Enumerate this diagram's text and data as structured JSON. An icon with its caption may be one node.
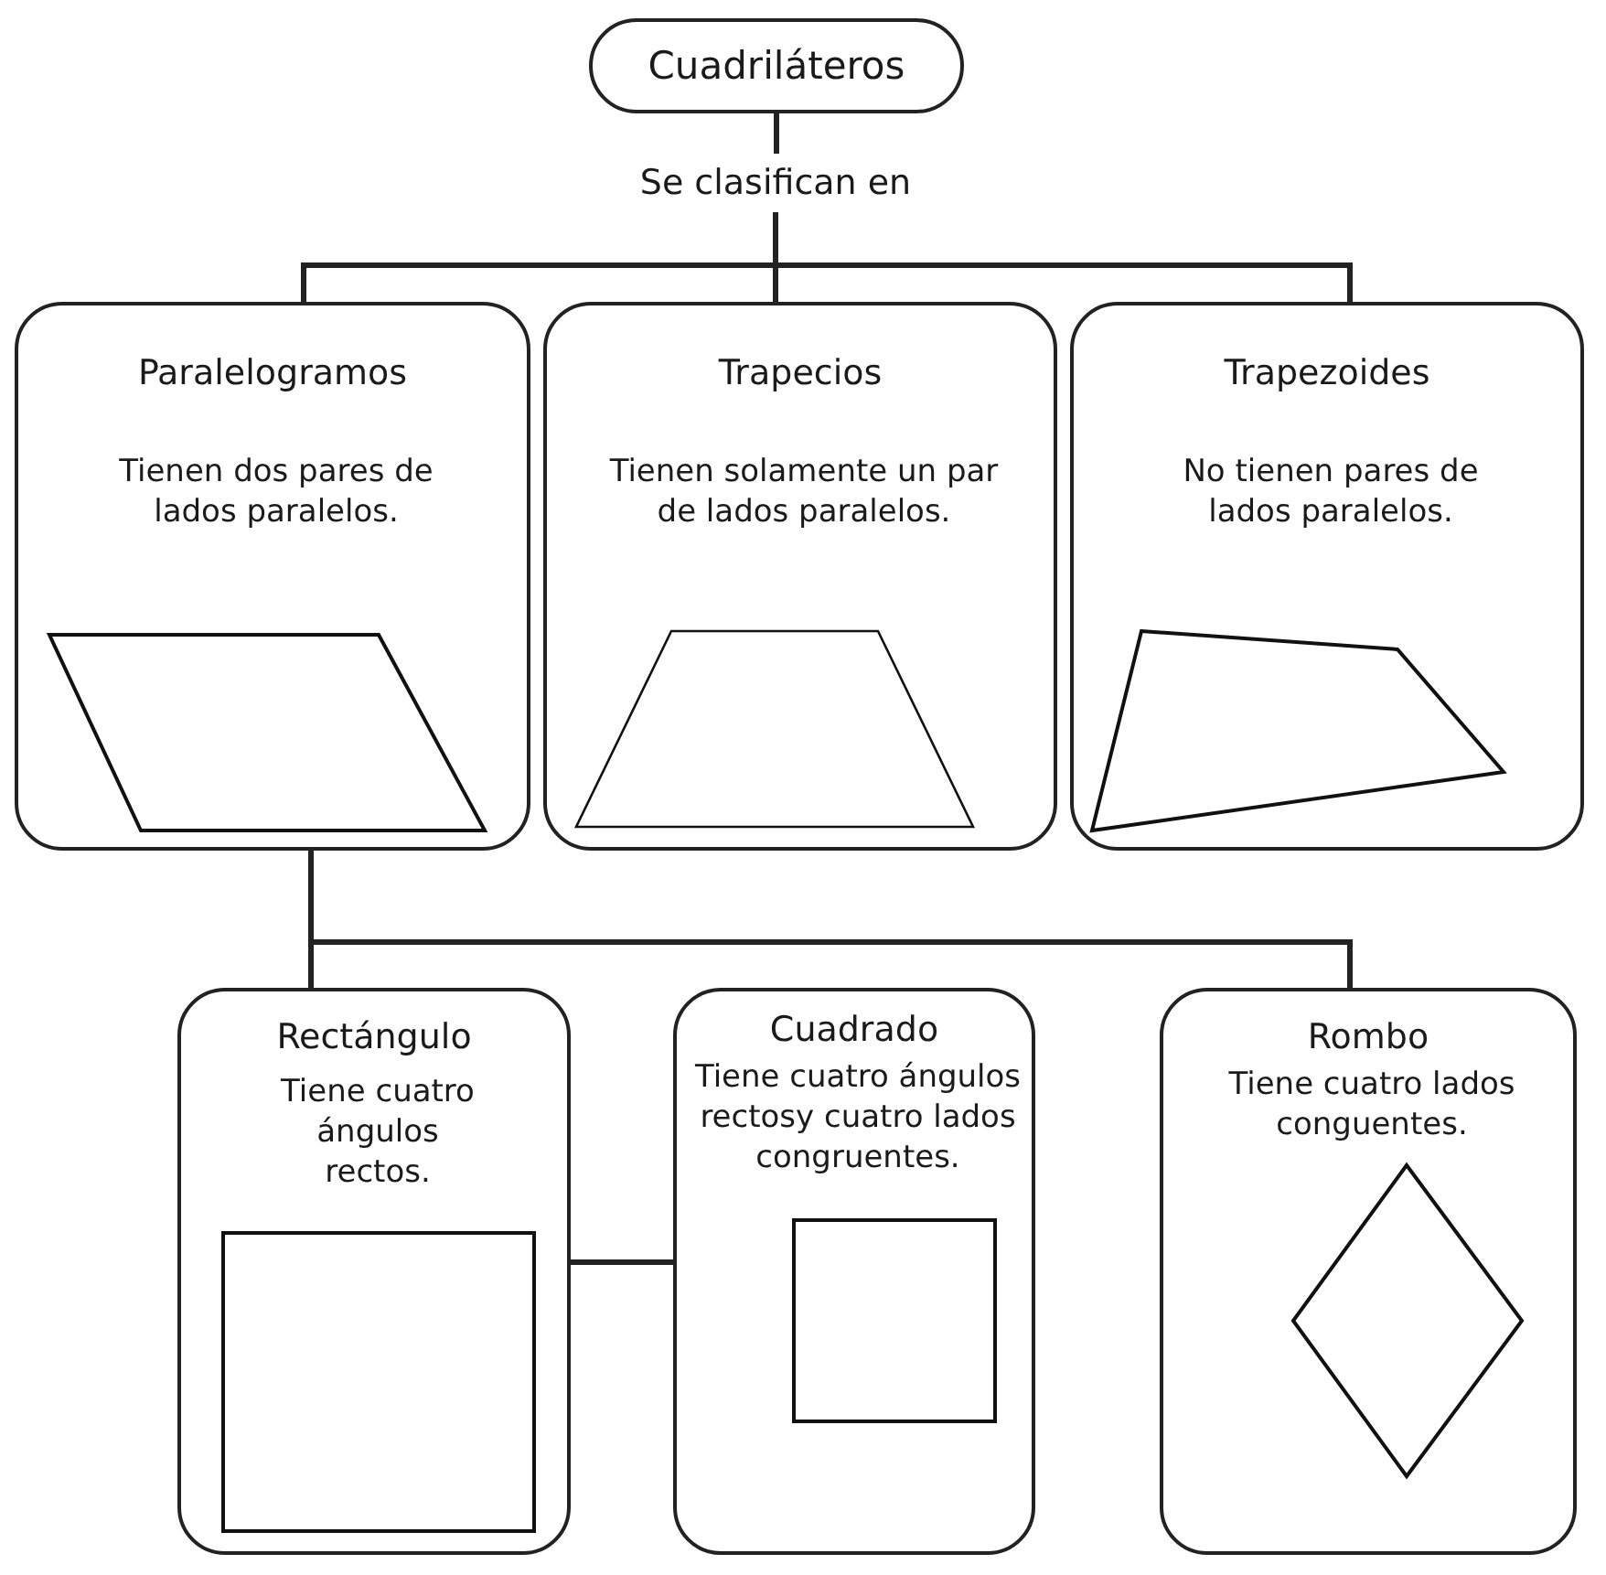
{
  "diagram": {
    "nodes": [
      {
        "text": [
          "Cuadriláteros"
        ]
      },
      {
        "text": [
          "Se clasifican en"
        ]
      },
      {
        "text": [
          "Paralelogramos",
          "Tienen dos pares de lados paralelos."
        ]
      },
      {
        "text": [
          "Trapecios",
          "Tienen solamente un par de lados paralelos."
        ]
      },
      {
        "text": [
          "Trapezoides",
          "No tienen pares de lados paralelos."
        ]
      },
      {
        "text": [
          "Rectángulo",
          "Tiene cuatro ángulos rectos."
        ]
      },
      {
        "text": [
          "Cuadrado",
          "Tiene cuatro ángulos rectosy cuatro lados congruentes."
        ]
      },
      {
        "text": [
          "Rombo",
          "Tiene cuatro lados conguentes."
        ]
      }
    ],
    "edges": [
      {
        "from": 0,
        "to": 1,
        "arrow": "none"
      },
      {
        "from": 1,
        "to": 2,
        "arrow": "none"
      },
      {
        "from": 1,
        "to": 3,
        "arrow": "none"
      },
      {
        "from": 1,
        "to": 4,
        "arrow": "none"
      },
      {
        "from": 2,
        "to": 5,
        "arrow": "none"
      },
      {
        "from": 2,
        "to": 7,
        "arrow": "none"
      },
      {
        "from": 5,
        "to": 6,
        "arrow": "none"
      }
    ]
  }
}
